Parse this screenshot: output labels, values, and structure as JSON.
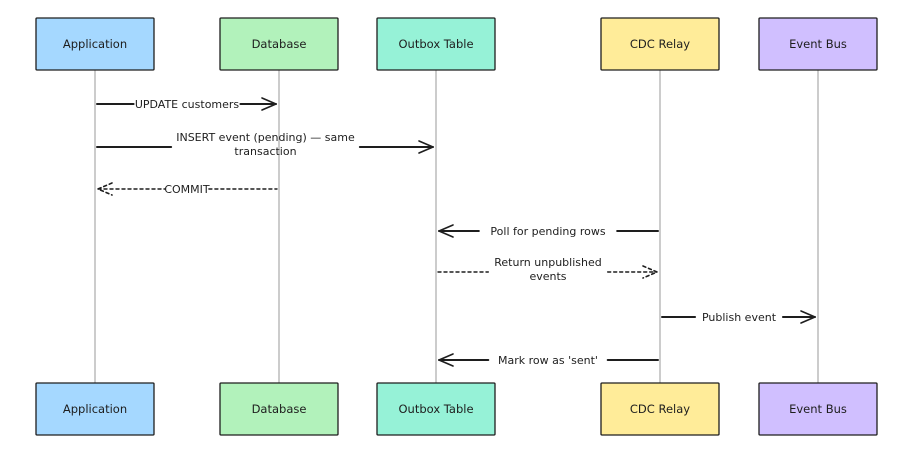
{
  "participants": [
    {
      "id": "app",
      "label": "Application",
      "color": "#a5d8ff"
    },
    {
      "id": "db",
      "label": "Database",
      "color": "#b2f2bb"
    },
    {
      "id": "outbox",
      "label": "Outbox Table",
      "color": "#96f2d7"
    },
    {
      "id": "relay",
      "label": "CDC Relay",
      "color": "#ffec99"
    },
    {
      "id": "bus",
      "label": "Event Bus",
      "color": "#d0bfff"
    }
  ],
  "messages": [
    {
      "from": "app",
      "to": "db",
      "lines": [
        "UPDATE customers"
      ],
      "style": "solid"
    },
    {
      "from": "app",
      "to": "outbox",
      "lines": [
        "INSERT event (pending) — same",
        "transaction"
      ],
      "style": "solid"
    },
    {
      "from": "db",
      "to": "app",
      "lines": [
        "COMMIT"
      ],
      "style": "dashed"
    },
    {
      "from": "relay",
      "to": "outbox",
      "lines": [
        "Poll for pending rows"
      ],
      "style": "solid"
    },
    {
      "from": "outbox",
      "to": "relay",
      "lines": [
        "Return unpublished",
        "events"
      ],
      "style": "dashed"
    },
    {
      "from": "relay",
      "to": "bus",
      "lines": [
        "Publish event"
      ],
      "style": "solid"
    },
    {
      "from": "relay",
      "to": "outbox",
      "lines": [
        "Mark row as 'sent'"
      ],
      "style": "solid"
    }
  ]
}
